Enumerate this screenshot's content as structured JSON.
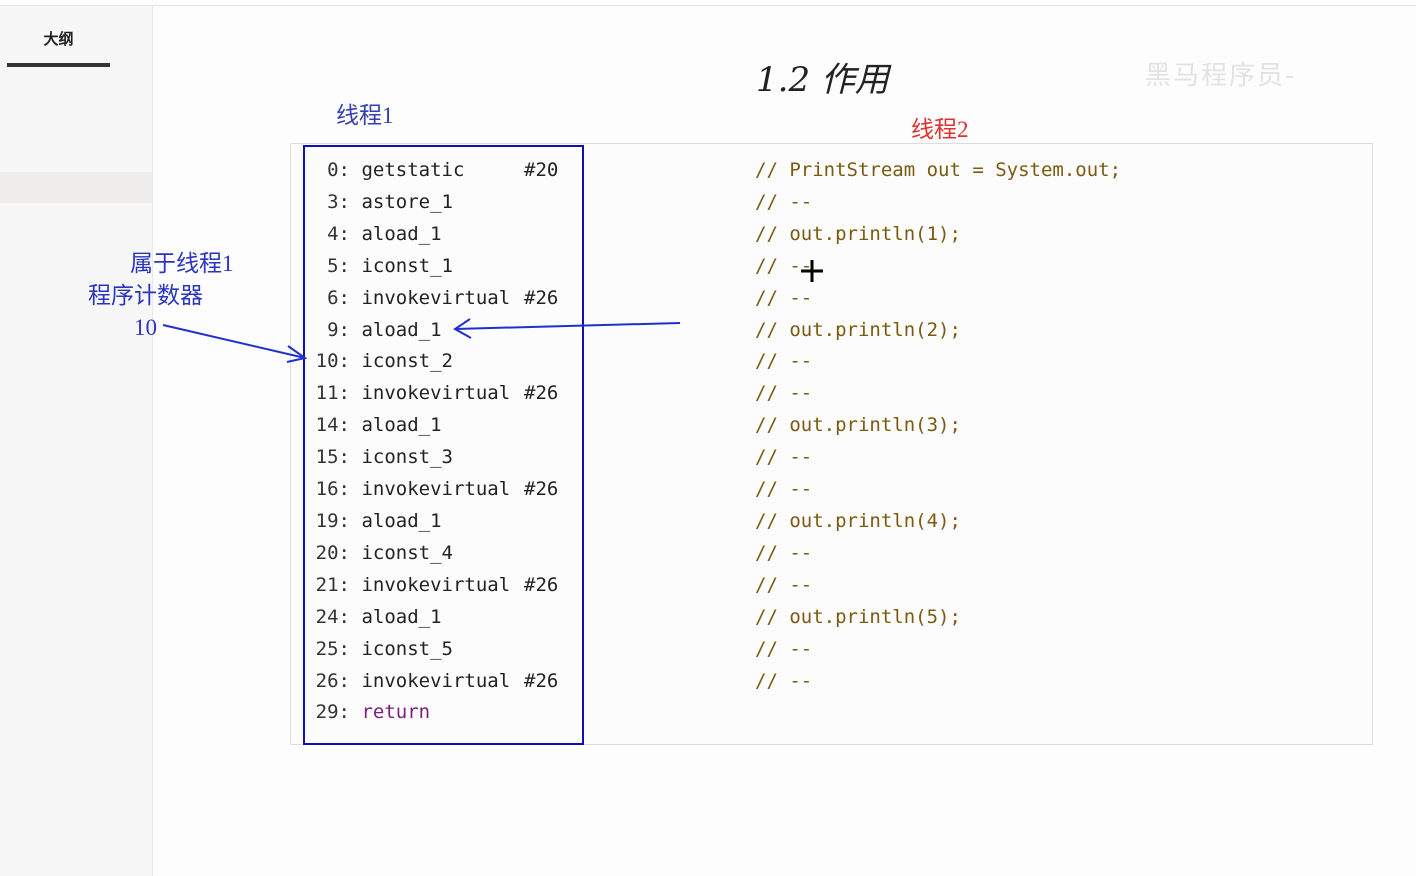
{
  "sidebar": {
    "tab": "大纲"
  },
  "title": "1.2 作用",
  "watermark": "黑马程序员-",
  "thread1_label": "线程1",
  "thread2_label": "线程2",
  "annotation": {
    "line1": "属于线程1",
    "line2": "程序计数器",
    "value": "10"
  },
  "bytecode": [
    {
      "n": "0:",
      "op": "getstatic",
      "arg": "#20"
    },
    {
      "n": "3:",
      "op": "astore_1",
      "arg": ""
    },
    {
      "n": "4:",
      "op": "aload_1",
      "arg": ""
    },
    {
      "n": "5:",
      "op": "iconst_1",
      "arg": ""
    },
    {
      "n": "6:",
      "op": "invokevirtual",
      "arg": "#26"
    },
    {
      "n": "9:",
      "op": "aload_1",
      "arg": ""
    },
    {
      "n": "10:",
      "op": "iconst_2",
      "arg": ""
    },
    {
      "n": "11:",
      "op": "invokevirtual",
      "arg": "#26"
    },
    {
      "n": "14:",
      "op": "aload_1",
      "arg": ""
    },
    {
      "n": "15:",
      "op": "iconst_3",
      "arg": ""
    },
    {
      "n": "16:",
      "op": "invokevirtual",
      "arg": "#26"
    },
    {
      "n": "19:",
      "op": "aload_1",
      "arg": ""
    },
    {
      "n": "20:",
      "op": "iconst_4",
      "arg": ""
    },
    {
      "n": "21:",
      "op": "invokevirtual",
      "arg": "#26"
    },
    {
      "n": "24:",
      "op": "aload_1",
      "arg": ""
    },
    {
      "n": "25:",
      "op": "iconst_5",
      "arg": ""
    },
    {
      "n": "26:",
      "op": "invokevirtual",
      "arg": "#26"
    },
    {
      "n": "29:",
      "op": "return",
      "arg": ""
    }
  ],
  "comments": [
    "// PrintStream out = System.out;",
    "// --",
    "// out.println(1);",
    "// --",
    "// --",
    "// out.println(2);",
    "// --",
    "// --",
    "// out.println(3);",
    "// --",
    "// --",
    "// out.println(4);",
    "// --",
    "// --",
    "// out.println(5);",
    "// --",
    "// --"
  ],
  "colors": {
    "annotation": "#2a35c0",
    "thread2": "#e03030",
    "box": "#1010b0"
  }
}
